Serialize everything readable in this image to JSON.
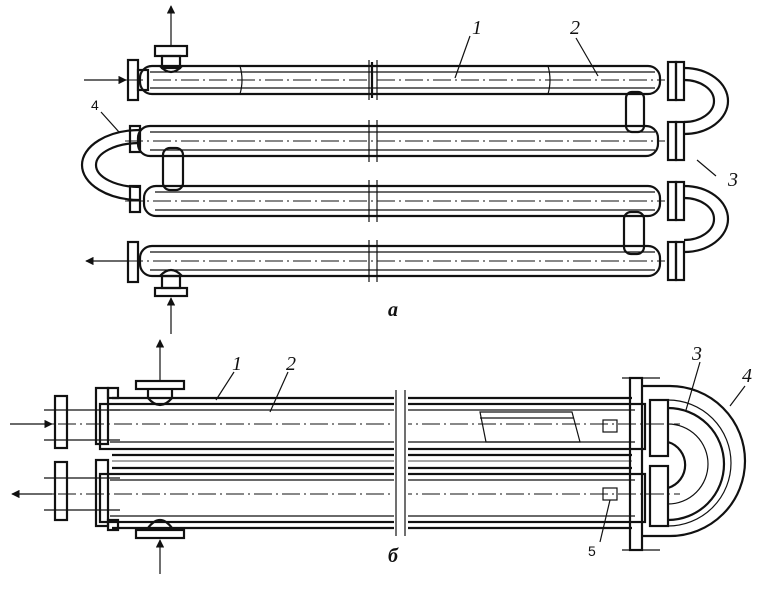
{
  "diagram_a": {
    "caption": "а",
    "labels": [
      "1",
      "2",
      "3",
      "4"
    ]
  },
  "diagram_b": {
    "caption": "б",
    "labels": [
      "1",
      "2",
      "3",
      "4",
      "5"
    ]
  }
}
